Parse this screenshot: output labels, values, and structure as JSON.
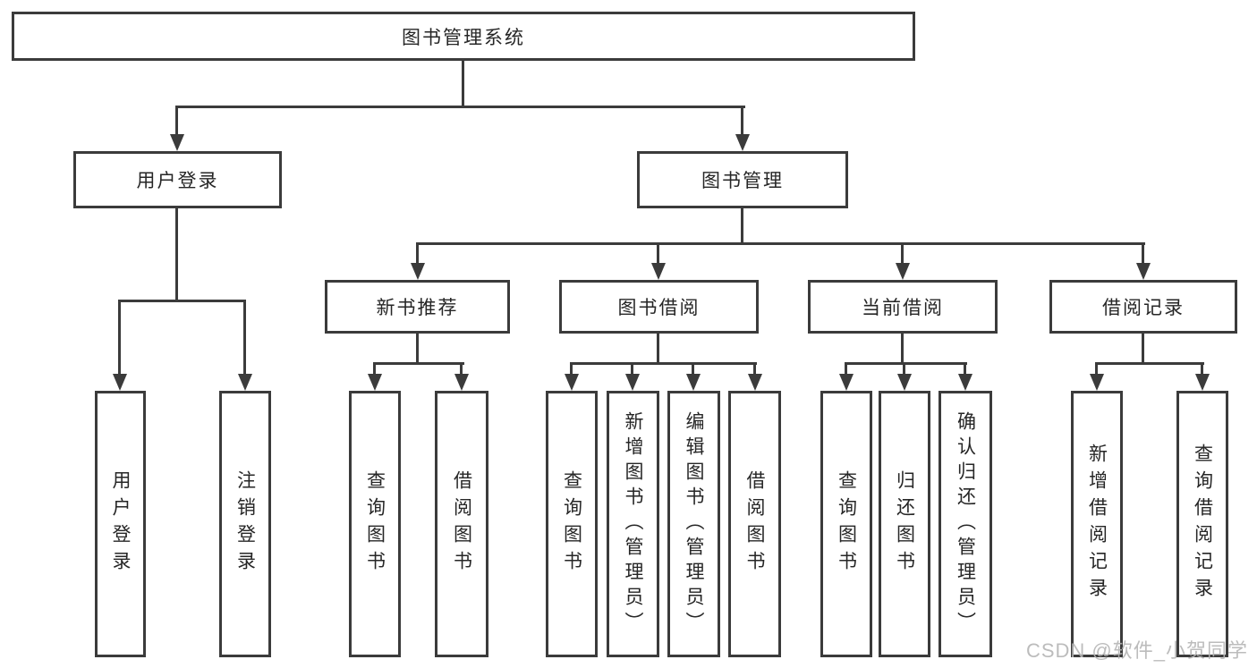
{
  "nodes": {
    "root": "图书管理系统",
    "user_login": "用户登录",
    "book_mgmt": "图书管理",
    "new_book_rec": "新书推荐",
    "book_borrow": "图书借阅",
    "current_borrow": "当前借阅",
    "borrow_records": "借阅记录",
    "leaf_user_login": "用户登录",
    "leaf_logout": "注销登录",
    "leaf_nb_query": "查询图书",
    "leaf_nb_borrow": "借阅图书",
    "leaf_bb_query": "查询图书",
    "leaf_bb_add": "新增图书（管理员）",
    "leaf_bb_edit": "编辑图书（管理员）",
    "leaf_bb_borrow": "借阅图书",
    "leaf_cb_query": "查询图书",
    "leaf_cb_return": "归还图书",
    "leaf_cb_confirm": "确认归还（管理员）",
    "leaf_br_add": "新增借阅记录",
    "leaf_br_query": "查询借阅记录"
  },
  "watermark": "CSDN @软件_小贺同学",
  "colors": {
    "line": "#3b3b3b",
    "text": "#262626",
    "watermark": "#b5b5b5",
    "background": "#ffffff"
  }
}
